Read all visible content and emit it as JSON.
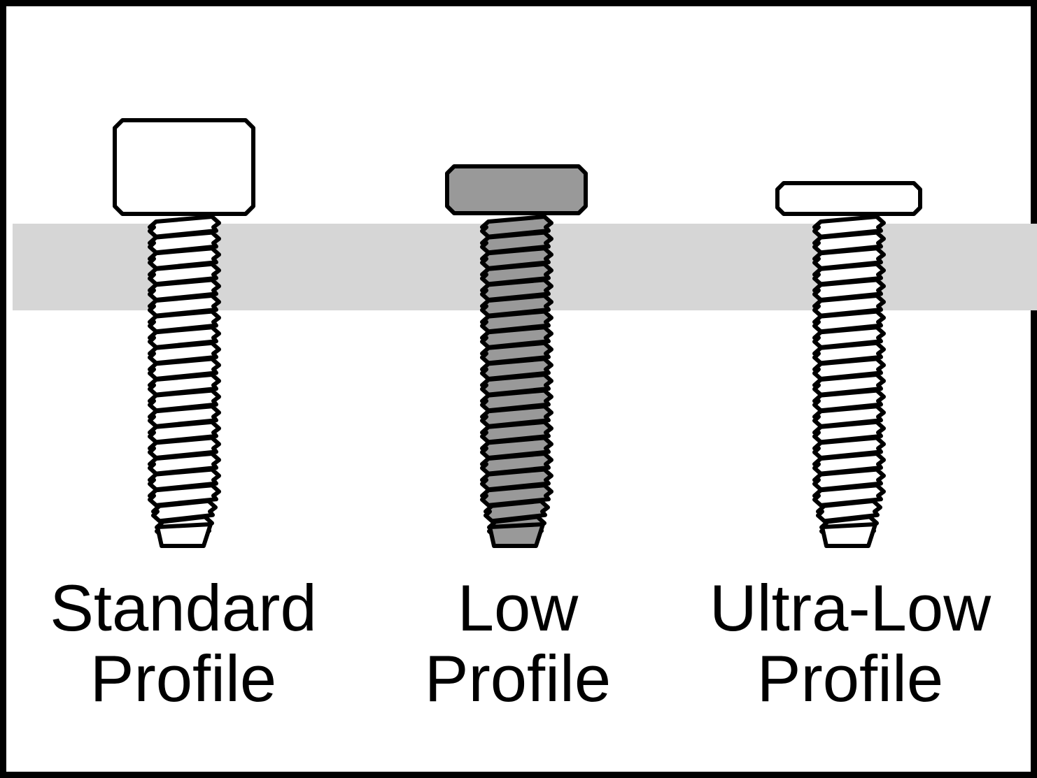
{
  "colors": {
    "frame": "#000000",
    "band": "#d6d6d6",
    "outline": "#000000"
  },
  "screws": [
    {
      "id": "standard",
      "line1": "Standard",
      "line2": "Profile",
      "fill": "#ffffff"
    },
    {
      "id": "low",
      "line1": "Low",
      "line2": "Profile",
      "fill": "#999999"
    },
    {
      "id": "ultra-low",
      "line1": "Ultra-Low",
      "line2": "Profile",
      "fill": "#ffffff"
    }
  ]
}
